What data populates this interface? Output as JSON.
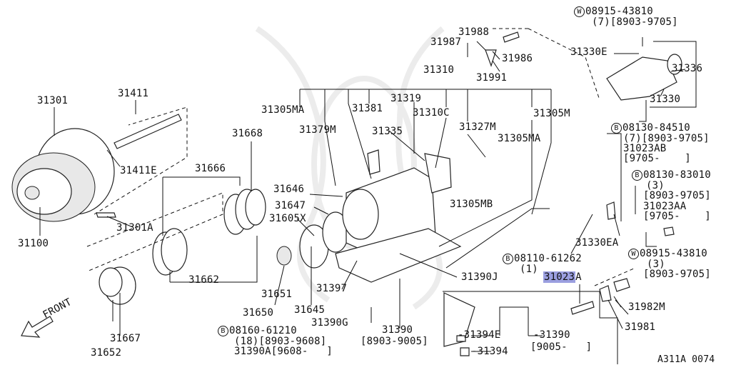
{
  "labels": {
    "l31301": "31301",
    "l31411": "31411",
    "l31411e": "31411E",
    "l31301a": "31301A",
    "l31100": "31100",
    "l31666": "31666",
    "l31668": "31668",
    "l31662": "31662",
    "l31305ma_a": "31305MA",
    "l31379m": "31379M",
    "l31381": "31381",
    "l31319": "31319",
    "l31310c": "31310C",
    "l31335": "31335",
    "l31327m": "31327M",
    "l31305m": "31305M",
    "l31305ma_b": "31305MA",
    "l31310": "31310",
    "l31987": "31987",
    "l31988": "31988",
    "l31986": "31986",
    "l31991": "31991",
    "l31646": "31646",
    "l31647": "31647",
    "l31605x": "31605X",
    "l31305mb": "31305MB",
    "l31651": "31651",
    "l31650": "31650",
    "l31645": "31645",
    "l31397": "31397",
    "l31390j": "31390J",
    "l31390g": "31390G",
    "l31390": "31390",
    "l31390_date": "[8903-9005]",
    "l31667": "31667",
    "l31652": "31652",
    "l_front": "FRONT",
    "bolt_bottom_mark": "B",
    "bolt_bottom": "08160-61210",
    "bolt_bottom_qty": "(18)[8903-9608]",
    "bolt_bottom_alt": "31390A[9608-   ]",
    "w_top_mark": "W",
    "w_top": "08915-43810",
    "w_top_qty": "(7)[8903-9705]",
    "l31330e": "31330E",
    "l31336": "31336",
    "l31330": "31330",
    "b_right1_mark": "B",
    "b_right1": "08130-84510",
    "b_right1_qty": "(7)[8903-9705]",
    "l31023ab": "31023AB",
    "l31023ab_date": "[9705-    ]",
    "b_right2_mark": "B",
    "b_right2": "08130-83010",
    "b_right2_qty": "(3)",
    "b_right2_date": "[8903-9705]",
    "l31023aa": "31023AA",
    "l31023aa_date": "[9705-    ]",
    "l31330ea": "31330EA",
    "b_mid_mark": "B",
    "b_mid": "08110-61262",
    "b_mid_qty": "(1)",
    "w_mid_mark": "W",
    "w_mid": "08915-43810",
    "w_mid_qty": "(3)",
    "w_mid_date": "[8903-9705]",
    "l31023a_hl": "31023",
    "l31023a_tail": "A",
    "l31982m": "31982M",
    "l31981": "31981",
    "l31394e": "31394E",
    "l31390_b": "31390",
    "l31390_b_date": "[9005-   ]",
    "l31394": "31394",
    "ref_code": "A311A 0074"
  },
  "colors": {
    "highlight": "#9b9fe0",
    "ink": "#111111"
  }
}
